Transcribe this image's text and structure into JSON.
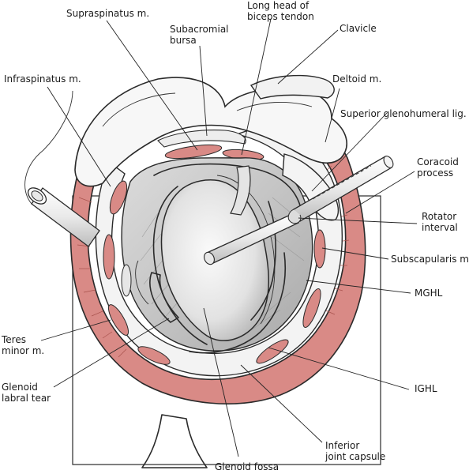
{
  "labels": {
    "supraspinatus": "Supraspinatus m.",
    "long_head_line1": "Long head of",
    "long_head_line2": "biceps tendon",
    "subacromial_line1": "Subacromial",
    "subacromial_line2": "bursa",
    "clavicle": "Clavicle",
    "infraspinatus": "Infraspinatus m.",
    "deltoid": "Deltoid m.",
    "sghl": "Superior glenohumeral lig.",
    "coracoid_line1": "Coracoid",
    "coracoid_line2": "process",
    "rotator_line1": "Rotator",
    "rotator_line2": "interval",
    "subscapularis": "Subscapularis m.",
    "mghl": "MGHL",
    "teres_line1": "Teres",
    "teres_line2": "minor m.",
    "glenoid_tear_line1": "Glenoid",
    "glenoid_tear_line2": "labral tear",
    "ighl": "IGHL",
    "inferior_line1": "Inferior",
    "inferior_line2": "joint capsule",
    "glenoid_fossa": "Glenoid fossa"
  },
  "colors": {
    "muscle": "#d98a86",
    "muscle_dark": "#a8524d",
    "cartilage": "#efefef",
    "shade": "#cfcfcf",
    "line": "#2a2a2a"
  }
}
